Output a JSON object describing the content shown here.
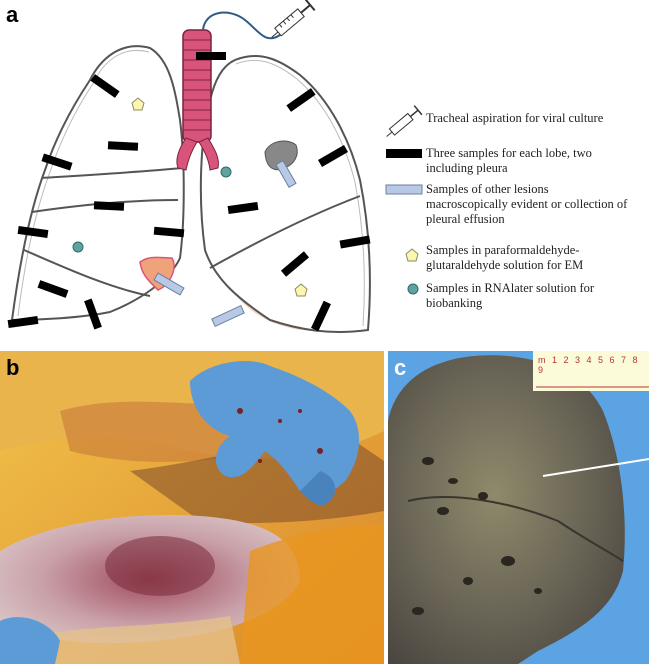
{
  "panels": {
    "a": {
      "label": "a"
    },
    "b": {
      "label": "b"
    },
    "c": {
      "label": "c"
    }
  },
  "legend": [
    {
      "icon": "syringe-icon",
      "text": "Tracheal aspiration for viral culture"
    },
    {
      "icon": "black-bar-icon",
      "text": "Three samples for each lobe, two including pleura",
      "color": "#000000"
    },
    {
      "icon": "light-blue-bar-icon",
      "text": "Samples of other lesions macroscopically evident or collection of pleural effusion",
      "color": "#b7c9e4"
    },
    {
      "icon": "yellow-pentagon-icon",
      "text": "Samples in paraformaldehyde-glutaraldehyde solution for EM",
      "color": "#fbf6b0"
    },
    {
      "icon": "teal-circle-icon",
      "text": "Samples in RNAlater solution for biobanking",
      "color": "#5fa3a0"
    }
  ],
  "ruler": {
    "text": "m 1 2 3 4 5 6 7 8 9"
  },
  "colors": {
    "trachea": "#d9547a",
    "effusion": "#f7d3be",
    "lesion_orange": "#f0a27a",
    "photo_b_bg": "#e8a640",
    "photo_c_bg": "#5ba3e3",
    "glove": "#5d9bd6"
  }
}
